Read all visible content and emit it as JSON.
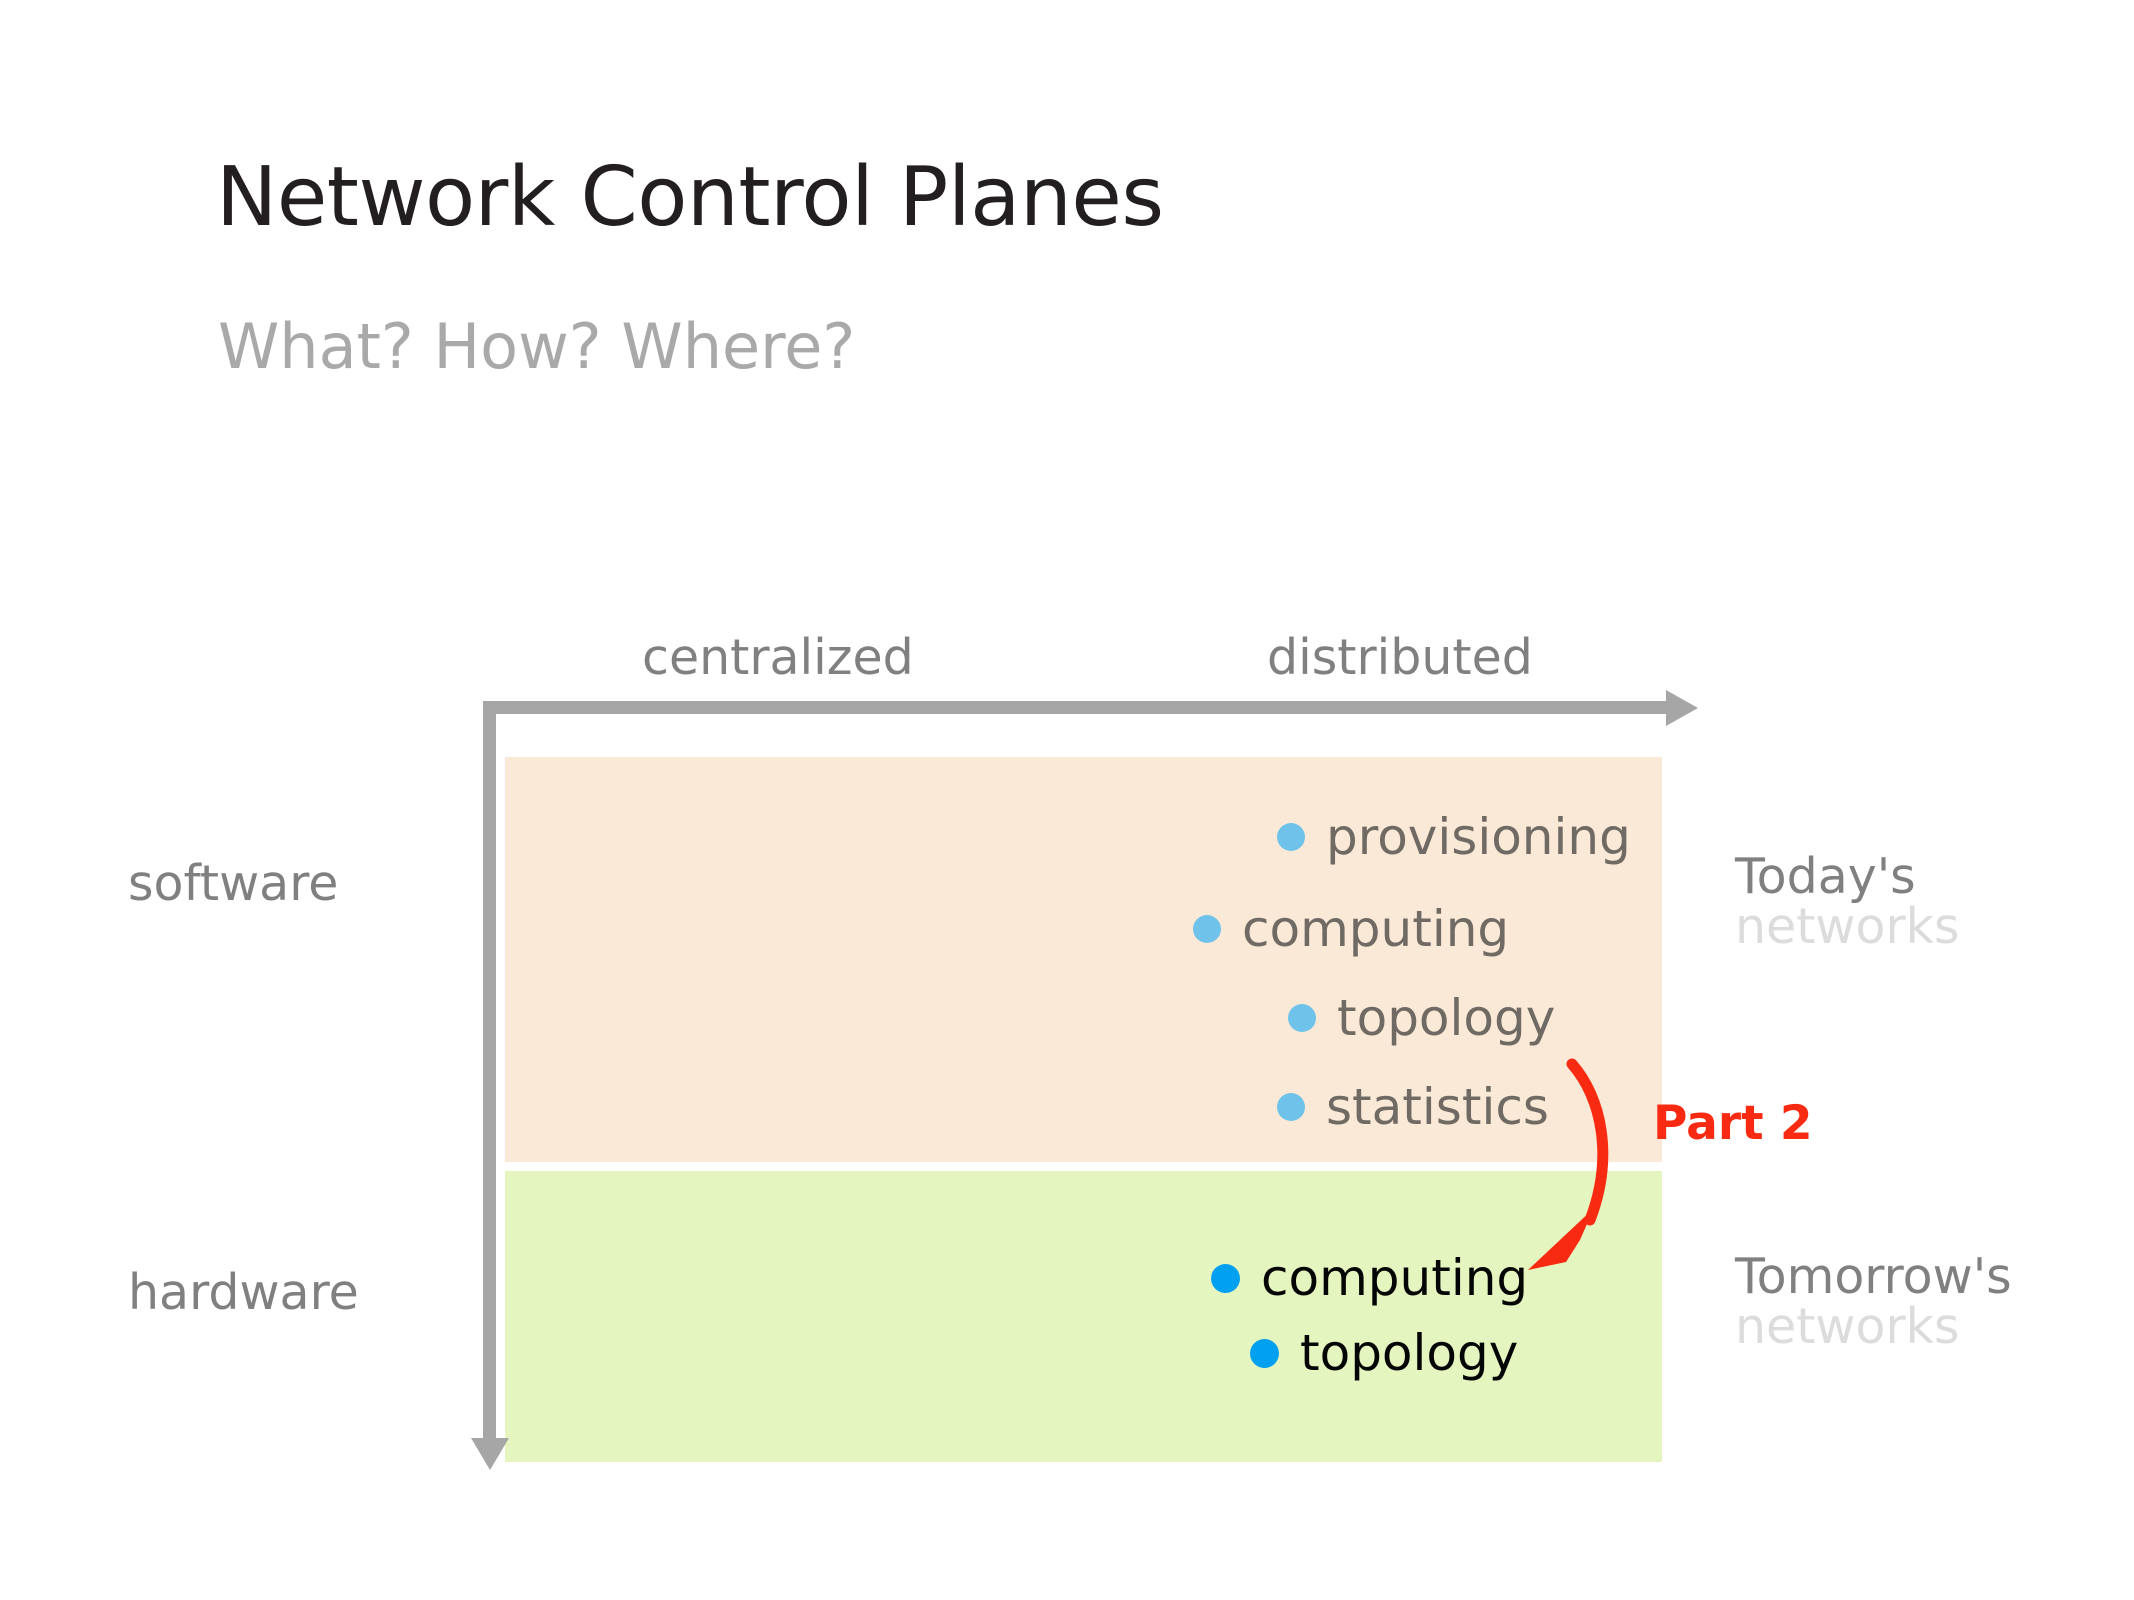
{
  "slide": {
    "title": "Network Control Planes",
    "subtitle": "What? How? Where?"
  },
  "axes": {
    "x_axis_name": "centralization-axis",
    "y_axis_name": "implementation-axis",
    "x_labels": [
      "centralized",
      "distributed"
    ],
    "y_labels": [
      "software",
      "hardware"
    ],
    "axis_color": "#a6a6a6"
  },
  "bands": {
    "software": {
      "row_label": "software",
      "fill": "#fbe9d8",
      "era_line1": "Today's",
      "era_line2": "networks",
      "dot_color": "#6fc3eb",
      "text_color": "#6f6a63",
      "items": [
        "provisioning",
        "computing",
        "topology",
        "statistics"
      ]
    },
    "hardware": {
      "row_label": "hardware",
      "fill": "#e5f5c0",
      "era_line1": "Tomorrow's",
      "era_line2": "networks",
      "dot_color": "#02a0f0",
      "text_color": "#050505",
      "items": [
        "computing",
        "topology"
      ]
    }
  },
  "annotation": {
    "label": "Part 2",
    "color": "#f82b12",
    "arrow_name": "curved-red-arrow",
    "from_band": "software",
    "to_band": "hardware"
  },
  "chart_data": {
    "type": "scatter",
    "title": "Network Control Planes",
    "subtitle": "What? How? Where?",
    "xlabel": "",
    "ylabel": "",
    "grid": false,
    "legend": "none",
    "x_categories": [
      "centralized",
      "distributed"
    ],
    "y_categories": [
      "software",
      "hardware"
    ],
    "points": [
      {
        "label": "provisioning",
        "row": "software",
        "x_position": "distributed",
        "x_rel": 0.68,
        "y_rel": 0.17,
        "dot_color": "#6fc3eb"
      },
      {
        "label": "computing",
        "row": "software",
        "x_position": "distributed",
        "x_rel": 0.6,
        "y_rel": 0.39,
        "dot_color": "#6fc3eb"
      },
      {
        "label": "topology",
        "row": "software",
        "x_position": "distributed",
        "x_rel": 0.69,
        "y_rel": 0.61,
        "dot_color": "#6fc3eb"
      },
      {
        "label": "statistics",
        "row": "software",
        "x_position": "distributed",
        "x_rel": 0.68,
        "y_rel": 0.83,
        "dot_color": "#6fc3eb"
      },
      {
        "label": "computing",
        "row": "hardware",
        "x_position": "distributed",
        "x_rel": 0.62,
        "y_rel": 0.31,
        "dot_color": "#02a0f0"
      },
      {
        "label": "topology",
        "row": "hardware",
        "x_position": "distributed",
        "x_rel": 0.65,
        "y_rel": 0.57,
        "dot_color": "#02a0f0"
      }
    ],
    "regions": [
      {
        "name": "software",
        "fill": "#fbe9d8",
        "annotation_right": "Today's networks"
      },
      {
        "name": "hardware",
        "fill": "#e5f5c0",
        "annotation_right": "Tomorrow's networks"
      }
    ],
    "annotations": [
      {
        "text": "Part 2",
        "color": "#f82b12",
        "kind": "curved-arrow",
        "from": "software band (right edge)",
        "to": "hardware band (computing)"
      }
    ]
  }
}
